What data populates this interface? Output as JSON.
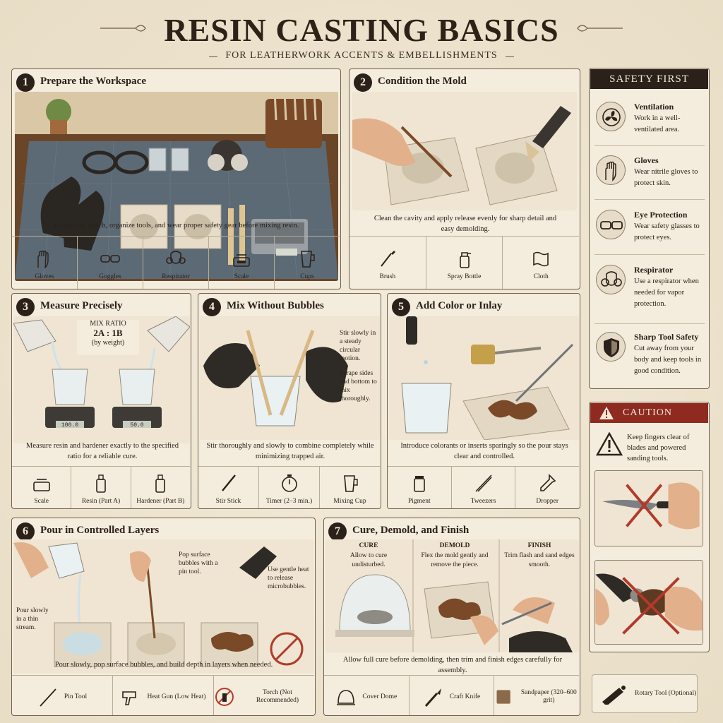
{
  "header": {
    "title": "RESIN CASTING BASICS",
    "subtitle": "FOR LEATHERWORK ACCENTS & EMBELLISHMENTS"
  },
  "steps": [
    {
      "num": "1",
      "title": "Prepare the Workspace",
      "caption": "Protect the bench, organize tools, and wear proper safety gear before mixing resin.",
      "tools": [
        {
          "label": "Gloves",
          "icon": "gloves-icon"
        },
        {
          "label": "Goggles",
          "icon": "goggles-icon"
        },
        {
          "label": "Respirator",
          "icon": "respirator-icon"
        },
        {
          "label": "Scale",
          "icon": "scale-icon"
        },
        {
          "label": "Cups",
          "icon": "cup-icon"
        }
      ]
    },
    {
      "num": "2",
      "title": "Condition the Mold",
      "caption": "Clean the cavity and apply release evenly for sharp detail and easy demolding.",
      "tools": [
        {
          "label": "Brush",
          "icon": "brush-icon"
        },
        {
          "label": "Spray Bottle",
          "icon": "spray-bottle-icon"
        },
        {
          "label": "Cloth",
          "icon": "cloth-icon"
        }
      ]
    },
    {
      "num": "3",
      "title": "Measure Precisely",
      "ratio_title": "MIX RATIO",
      "ratio_value": "2A : 1B",
      "ratio_note": "(by weight)",
      "scale_left": "100.0",
      "scale_right": "50.0",
      "caption": "Measure resin and hardener exactly to the specified ratio for a reliable cure.",
      "tools": [
        {
          "label": "Scale",
          "icon": "scale-icon"
        },
        {
          "label": "Resin (Part A)",
          "icon": "resin-bottle-icon"
        },
        {
          "label": "Hardener (Part B)",
          "icon": "hardener-bottle-icon"
        }
      ]
    },
    {
      "num": "4",
      "title": "Mix Without Bubbles",
      "note_top": "Stir slowly in a steady circular motion.",
      "note_bottom": "Scrape sides and bottom to mix thoroughly.",
      "caption": "Stir thoroughly and slowly to combine completely while minimizing trapped air.",
      "tools": [
        {
          "label": "Stir Stick",
          "icon": "stir-stick-icon"
        },
        {
          "label": "Timer (2–3 min.)",
          "icon": "timer-icon"
        },
        {
          "label": "Mixing Cup",
          "icon": "mixing-cup-icon"
        }
      ]
    },
    {
      "num": "5",
      "title": "Add Color or Inlay",
      "caption": "Introduce colorants or inserts sparingly so the pour stays clear and controlled.",
      "tools": [
        {
          "label": "Pigment",
          "icon": "pigment-jar-icon"
        },
        {
          "label": "Tweezers",
          "icon": "tweezers-icon"
        },
        {
          "label": "Dropper",
          "icon": "dropper-icon"
        }
      ]
    },
    {
      "num": "6",
      "title": "Pour in Controlled Layers",
      "note_pour": "Pour slowly in a thin stream.",
      "note_pop": "Pop surface bubbles with a pin tool.",
      "note_heat": "Use gentle heat to release microbubbles.",
      "caption": "Pour slowly, pop surface bubbles, and build depth in layers when needed.",
      "tools": [
        {
          "label": "Pin Tool",
          "icon": "pin-tool-icon"
        },
        {
          "label": "Heat Gun (Low Heat)",
          "icon": "heat-gun-icon"
        },
        {
          "label": "Torch (Not Recommended)",
          "icon": "no-torch-icon"
        }
      ]
    },
    {
      "num": "7",
      "title": "Cure, Demold, and Finish",
      "phases": [
        {
          "head": "CURE",
          "text": "Allow to cure undisturbed."
        },
        {
          "head": "DEMOLD",
          "text": "Flex the mold gently and remove the piece."
        },
        {
          "head": "FINISH",
          "text": "Trim flash and sand edges smooth."
        }
      ],
      "caption": "Allow full cure before demolding, then trim and finish edges carefully for assembly.",
      "tools": [
        {
          "label": "Cover Dome",
          "icon": "cover-dome-icon"
        },
        {
          "label": "Craft Knife",
          "icon": "craft-knife-icon"
        },
        {
          "label": "Sandpaper (320–600 grit)",
          "icon": "sandpaper-icon"
        },
        {
          "label": "Rotary Tool (Optional)",
          "icon": "rotary-tool-icon"
        }
      ]
    }
  ],
  "safety": {
    "title": "SAFETY FIRST",
    "items": [
      {
        "head": "Ventilation",
        "text": "Work in a well-ventilated area.",
        "icon": "fan-icon"
      },
      {
        "head": "Gloves",
        "text": "Wear nitrile gloves to protect skin.",
        "icon": "glove-icon"
      },
      {
        "head": "Eye Protection",
        "text": "Wear safety glasses to protect eyes.",
        "icon": "goggles-icon"
      },
      {
        "head": "Respirator",
        "text": "Use a respirator when needed for vapor protection.",
        "icon": "respirator-icon"
      },
      {
        "head": "Sharp Tool Safety",
        "text": "Cut away from your body and keep tools in good condition.",
        "icon": "shield-icon"
      }
    ]
  },
  "caution": {
    "title": "CAUTION",
    "text": "Keep fingers clear of blades and powered sanding tools."
  },
  "colors": {
    "ink": "#2b211a",
    "paper": "#f4ecdc",
    "caution_red": "#8e2a1f",
    "resin_amber": "#7a4a28"
  }
}
